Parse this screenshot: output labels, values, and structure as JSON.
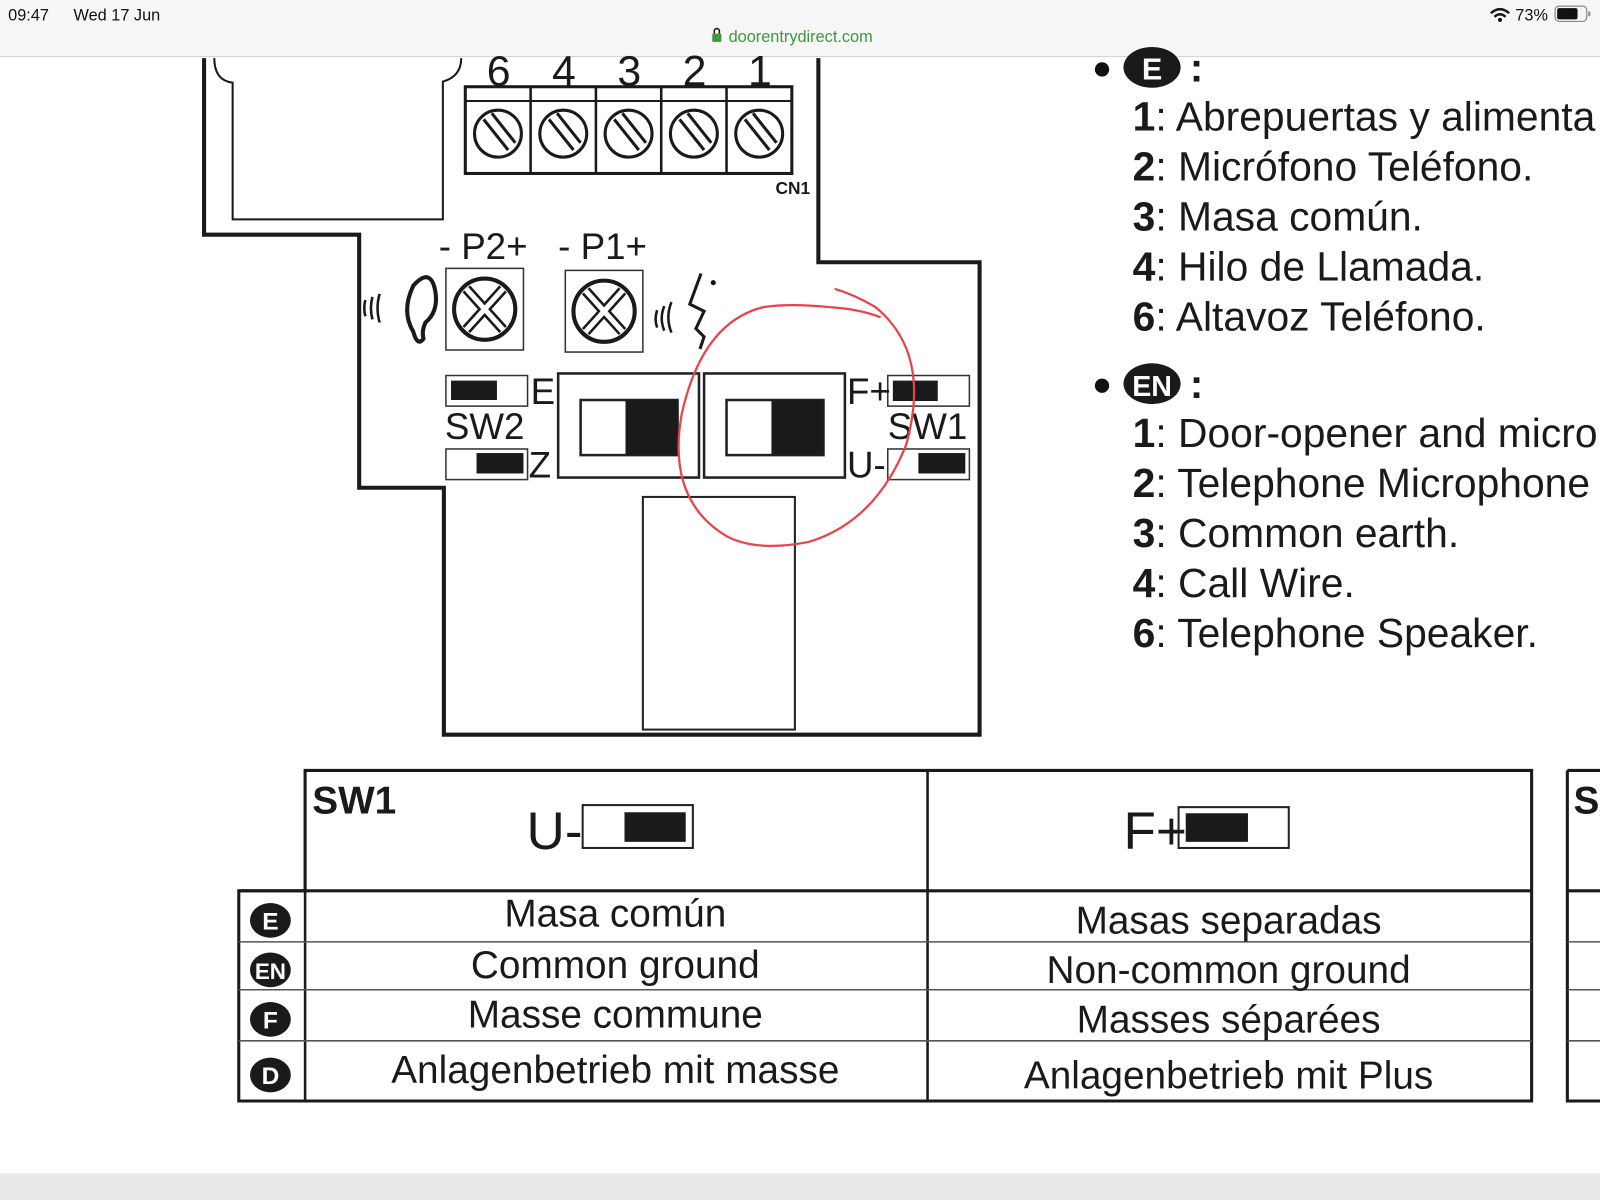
{
  "status_bar": {
    "time": "09:47",
    "date": "Wed 17 Jun",
    "battery": "73%",
    "battery_level": 0.73
  },
  "browser": {
    "url": "doorentrydirect.com",
    "lock_icon": "lock-icon",
    "url_color": "#3c9a3c"
  },
  "diagram": {
    "terminal_numbers": [
      "6",
      "4",
      "3",
      "2",
      "1"
    ],
    "connector_label": "CN1",
    "pot_labels": [
      "- P2+",
      "- P1+"
    ],
    "sw2": {
      "label": "SW2",
      "top": "E",
      "bottom": "Z"
    },
    "sw1": {
      "label": "SW1",
      "top": "F+",
      "bottom": "U-"
    },
    "annotation_color": "#e8434a"
  },
  "legend": {
    "sections": [
      {
        "badge": "E",
        "items": [
          {
            "num": "1",
            "text": ": Abrepuertas y alimenta"
          },
          {
            "num": "2",
            "text": ": Micrófono Teléfono."
          },
          {
            "num": "3",
            "text": ": Masa común."
          },
          {
            "num": "4",
            "text": ": Hilo de Llamada."
          },
          {
            "num": "6",
            "text": ": Altavoz Teléfono."
          }
        ]
      },
      {
        "badge": "EN",
        "items": [
          {
            "num": "1",
            "text": ": Door-opener and micro"
          },
          {
            "num": "2",
            "text": ": Telephone Microphone"
          },
          {
            "num": "3",
            "text": ": Common earth."
          },
          {
            "num": "4",
            "text": ": Call Wire."
          },
          {
            "num": "6",
            "text": ": Telephone Speaker."
          }
        ]
      }
    ]
  },
  "table": {
    "title": "SW1",
    "columns": [
      "U-",
      "F+"
    ],
    "rows": [
      {
        "lang": "E",
        "cells": [
          "Masa común",
          "Masas separadas"
        ]
      },
      {
        "lang": "EN",
        "cells": [
          "Common ground",
          "Non-common ground"
        ]
      },
      {
        "lang": "F",
        "cells": [
          "Masse commune",
          "Masses séparées"
        ]
      },
      {
        "lang": "D",
        "cells": [
          "Anlagenbetrieb mit masse",
          "Anlagenbetrieb mit Plus"
        ]
      }
    ],
    "next_table_title": "S"
  }
}
